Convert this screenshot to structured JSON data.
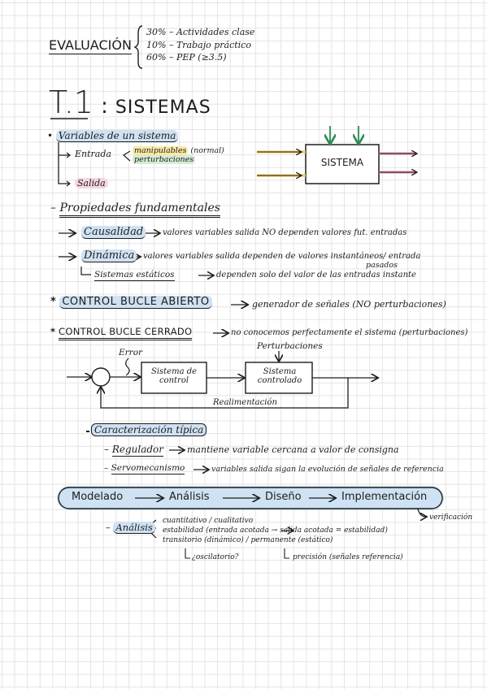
{
  "eval": {
    "title": "EVALUACIÓN",
    "items": [
      "30% – Actividades clase",
      "10% – Trabajo práctico",
      "60% – PEP (≥3.5)"
    ]
  },
  "topic": {
    "number": "T.1",
    "separator": ":",
    "title": "SISTEMAS"
  },
  "variables": {
    "heading": "Variables de un sistema",
    "entrada": "Entrada",
    "manipulables": "manipulables",
    "normal": "(normal)",
    "perturbaciones": "perturbaciones",
    "salida": "Salida",
    "block_label": "SISTEMA"
  },
  "propiedades": {
    "heading": "Propiedades fundamentales",
    "causalidad_term": "Causalidad",
    "causalidad_desc": "valores variables salida NO dependen valores fut. entradas",
    "dinamica_term": "Dinámica",
    "dinamica_desc": "valores variables salida dependen de valores instantáneos/ entrada",
    "pasados": "pasados",
    "estaticos_term": "Sistemas estáticos",
    "estaticos_desc": "dependen solo del valor de las entradas instante"
  },
  "abierto": {
    "term": "CONTROL BUCLE ABIERTO",
    "desc": "generador de señales (NO perturbaciones)"
  },
  "cerrado": {
    "term": "CONTROL BUCLE CERRADO",
    "desc": "no conocemos perfectamente el sistema (perturbaciones)",
    "error": "Error",
    "perturbaciones": "Perturbaciones",
    "block1": "Sistema de control",
    "block2": "Sistema controlado",
    "realimentacion": "Realimentación"
  },
  "caracterizacion": {
    "heading": "Caracterización típica",
    "regulador_term": "Regulador",
    "regulador_desc": "mantiene variable cercana a valor de consigna",
    "servo_term": "Servomecanismo",
    "servo_desc": "variables salida sigan la evolución de señales de referencia"
  },
  "flow": {
    "steps": [
      "Modelado",
      "Análisis",
      "Diseño",
      "Implementación"
    ],
    "verificacion": "verificación"
  },
  "analisis": {
    "term": "Análisis",
    "lines": [
      "cuantitativo / cualitativo",
      "estabilidad (entrada acotada → salida acotada = estabilidad)",
      "transitorio (dinámico) / permanente (estático)"
    ],
    "oscilatorio": "¿oscilatorio?",
    "precision": "precisión (señales referencia)"
  },
  "colors": {
    "ink": "#1d1d1d",
    "blue_highlight": "#cfe2f3",
    "yellow_arrow": "#f2c14e",
    "pink_arrow": "#e88aa0",
    "green_arrow": "#2e8b57"
  }
}
